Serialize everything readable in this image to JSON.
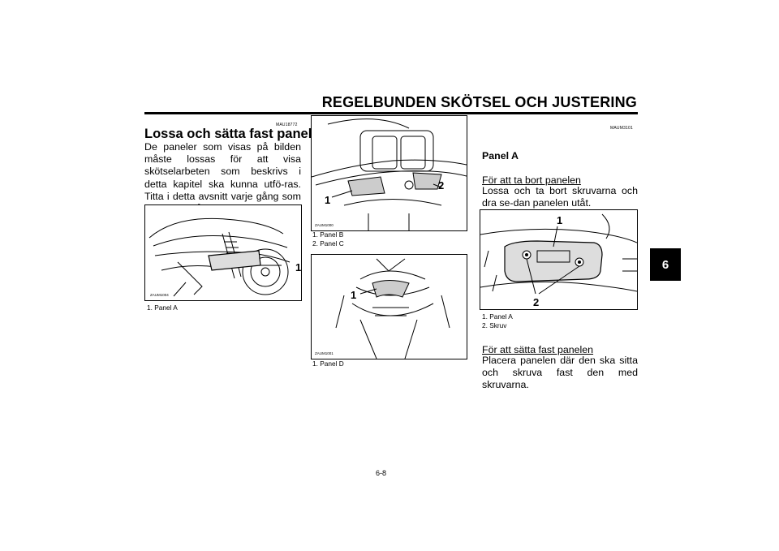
{
  "header": {
    "title": "REGELBUNDEN SKÖTSEL OCH JUSTERING"
  },
  "chapter_tab": "6",
  "left_column": {
    "code": "MAU18772",
    "heading": "Lossa och sätta fast paneler",
    "paragraph": "De paneler som visas på bilden måste lossas för att visa skötselarbeten som beskrivs i detta kapitel ska kunna utfö-ras. Titta i detta avsnitt varje gång som en panel måste lossas eller sättas fast.",
    "figure_code": "ZAUM1004",
    "callout": "1",
    "caption": "1. Panel A"
  },
  "middle_column": {
    "figure1_code": "ZAUM1000",
    "figure1_callouts": [
      "1",
      "2"
    ],
    "figure1_captions": [
      "1. Panel B",
      "2. Panel C"
    ],
    "figure2_code": "ZAUM1001",
    "figure2_callout": "1",
    "figure2_caption": "1. Panel D"
  },
  "right_column": {
    "code": "MAUM3101",
    "panel_heading": "Panel A",
    "remove_heading": "För att ta bort panelen",
    "remove_text": "Lossa och ta bort skruvarna och dra se-dan panelen utåt.",
    "figure_callouts": [
      "1",
      "2"
    ],
    "captions": [
      "1. Panel A",
      "2. Skruv"
    ],
    "attach_heading": "För att sätta fast panelen",
    "attach_text": "Placera panelen där den ska sitta och skruva fast den med skruvarna."
  },
  "footer": {
    "page_number": "6-8"
  }
}
